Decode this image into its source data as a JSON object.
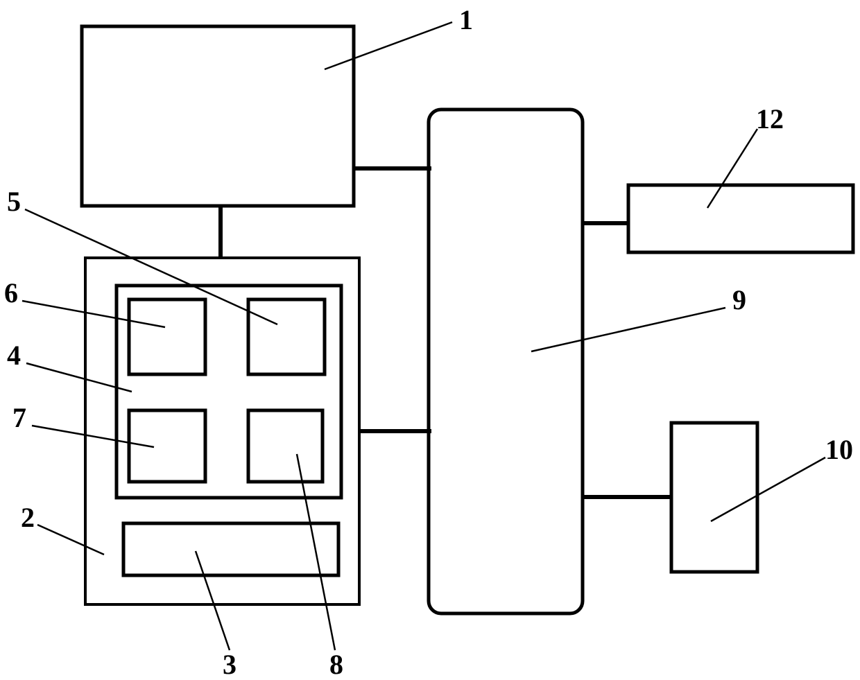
{
  "diagram": {
    "type": "block-diagram",
    "background": "#ffffff",
    "line_color": "#000000",
    "labels": {
      "n1": "1",
      "n2": "2",
      "n3": "3",
      "n4": "4",
      "n5": "5",
      "n6": "6",
      "n7": "7",
      "n8": "8",
      "n9": "9",
      "n10": "10",
      "n12": "12"
    },
    "connections": [
      {
        "from": "1",
        "to": "9"
      },
      {
        "from": "1",
        "to": "2"
      },
      {
        "from": "2",
        "to": "9"
      },
      {
        "from": "9",
        "to": "12"
      },
      {
        "from": "9",
        "to": "10"
      }
    ],
    "containment": [
      {
        "parent": "2",
        "children": [
          "4",
          "3"
        ]
      },
      {
        "parent": "4",
        "children": [
          "6",
          "5",
          "7",
          "8"
        ]
      }
    ]
  }
}
